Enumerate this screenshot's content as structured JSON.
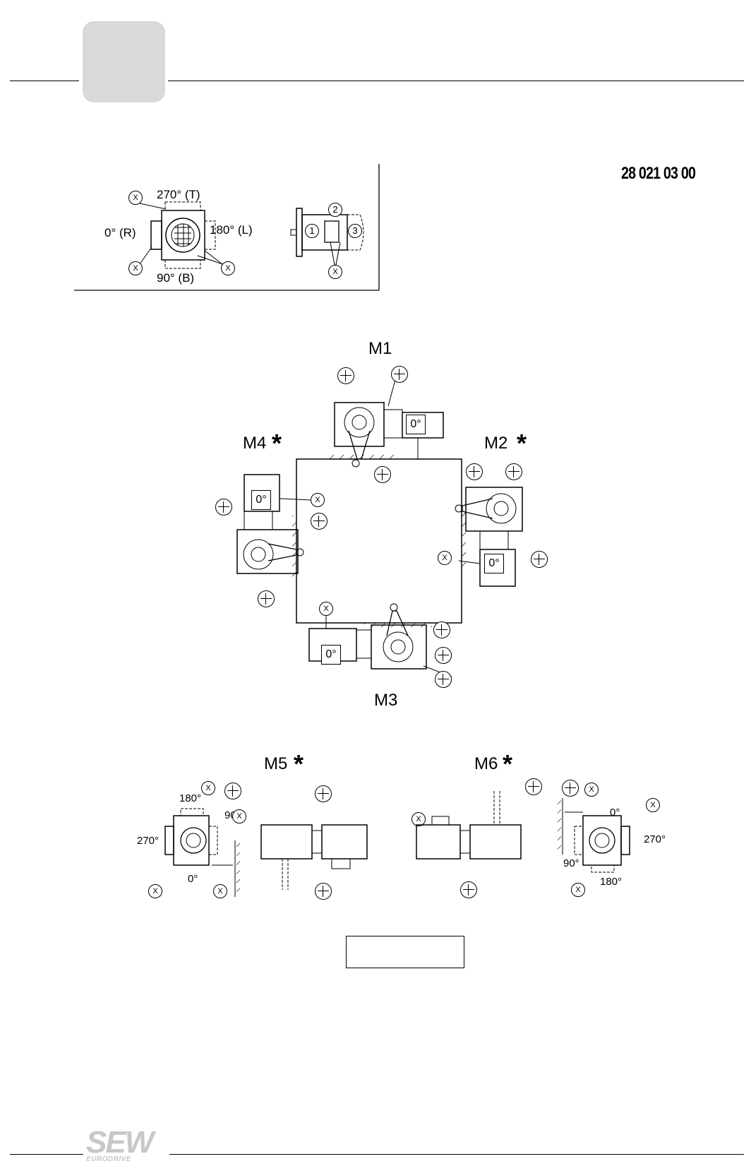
{
  "header": {
    "doc_number": "28 021 03 00"
  },
  "key_diagram": {
    "pos_top": "270° (T)",
    "pos_left": "0° (R)",
    "pos_right": "180° (L)",
    "pos_bottom": "90° (B)",
    "x_mark": "X",
    "num_1": "1",
    "num_2": "2",
    "num_3": "3"
  },
  "positions": {
    "m1": "M1",
    "m2": "M2",
    "m3": "M3",
    "m4": "M4",
    "m5": "M5",
    "m6": "M6",
    "asterisk": "*",
    "zero_deg": "0°"
  },
  "m5_angles": {
    "a180": "180°",
    "a90": "90°",
    "a270": "270°",
    "a0": "0°"
  },
  "m6_angles": {
    "a0": "0°",
    "a270": "270°",
    "a90": "90°",
    "a180": "180°"
  },
  "logo": {
    "brand": "SEW",
    "sub": "EURODRIVE"
  }
}
